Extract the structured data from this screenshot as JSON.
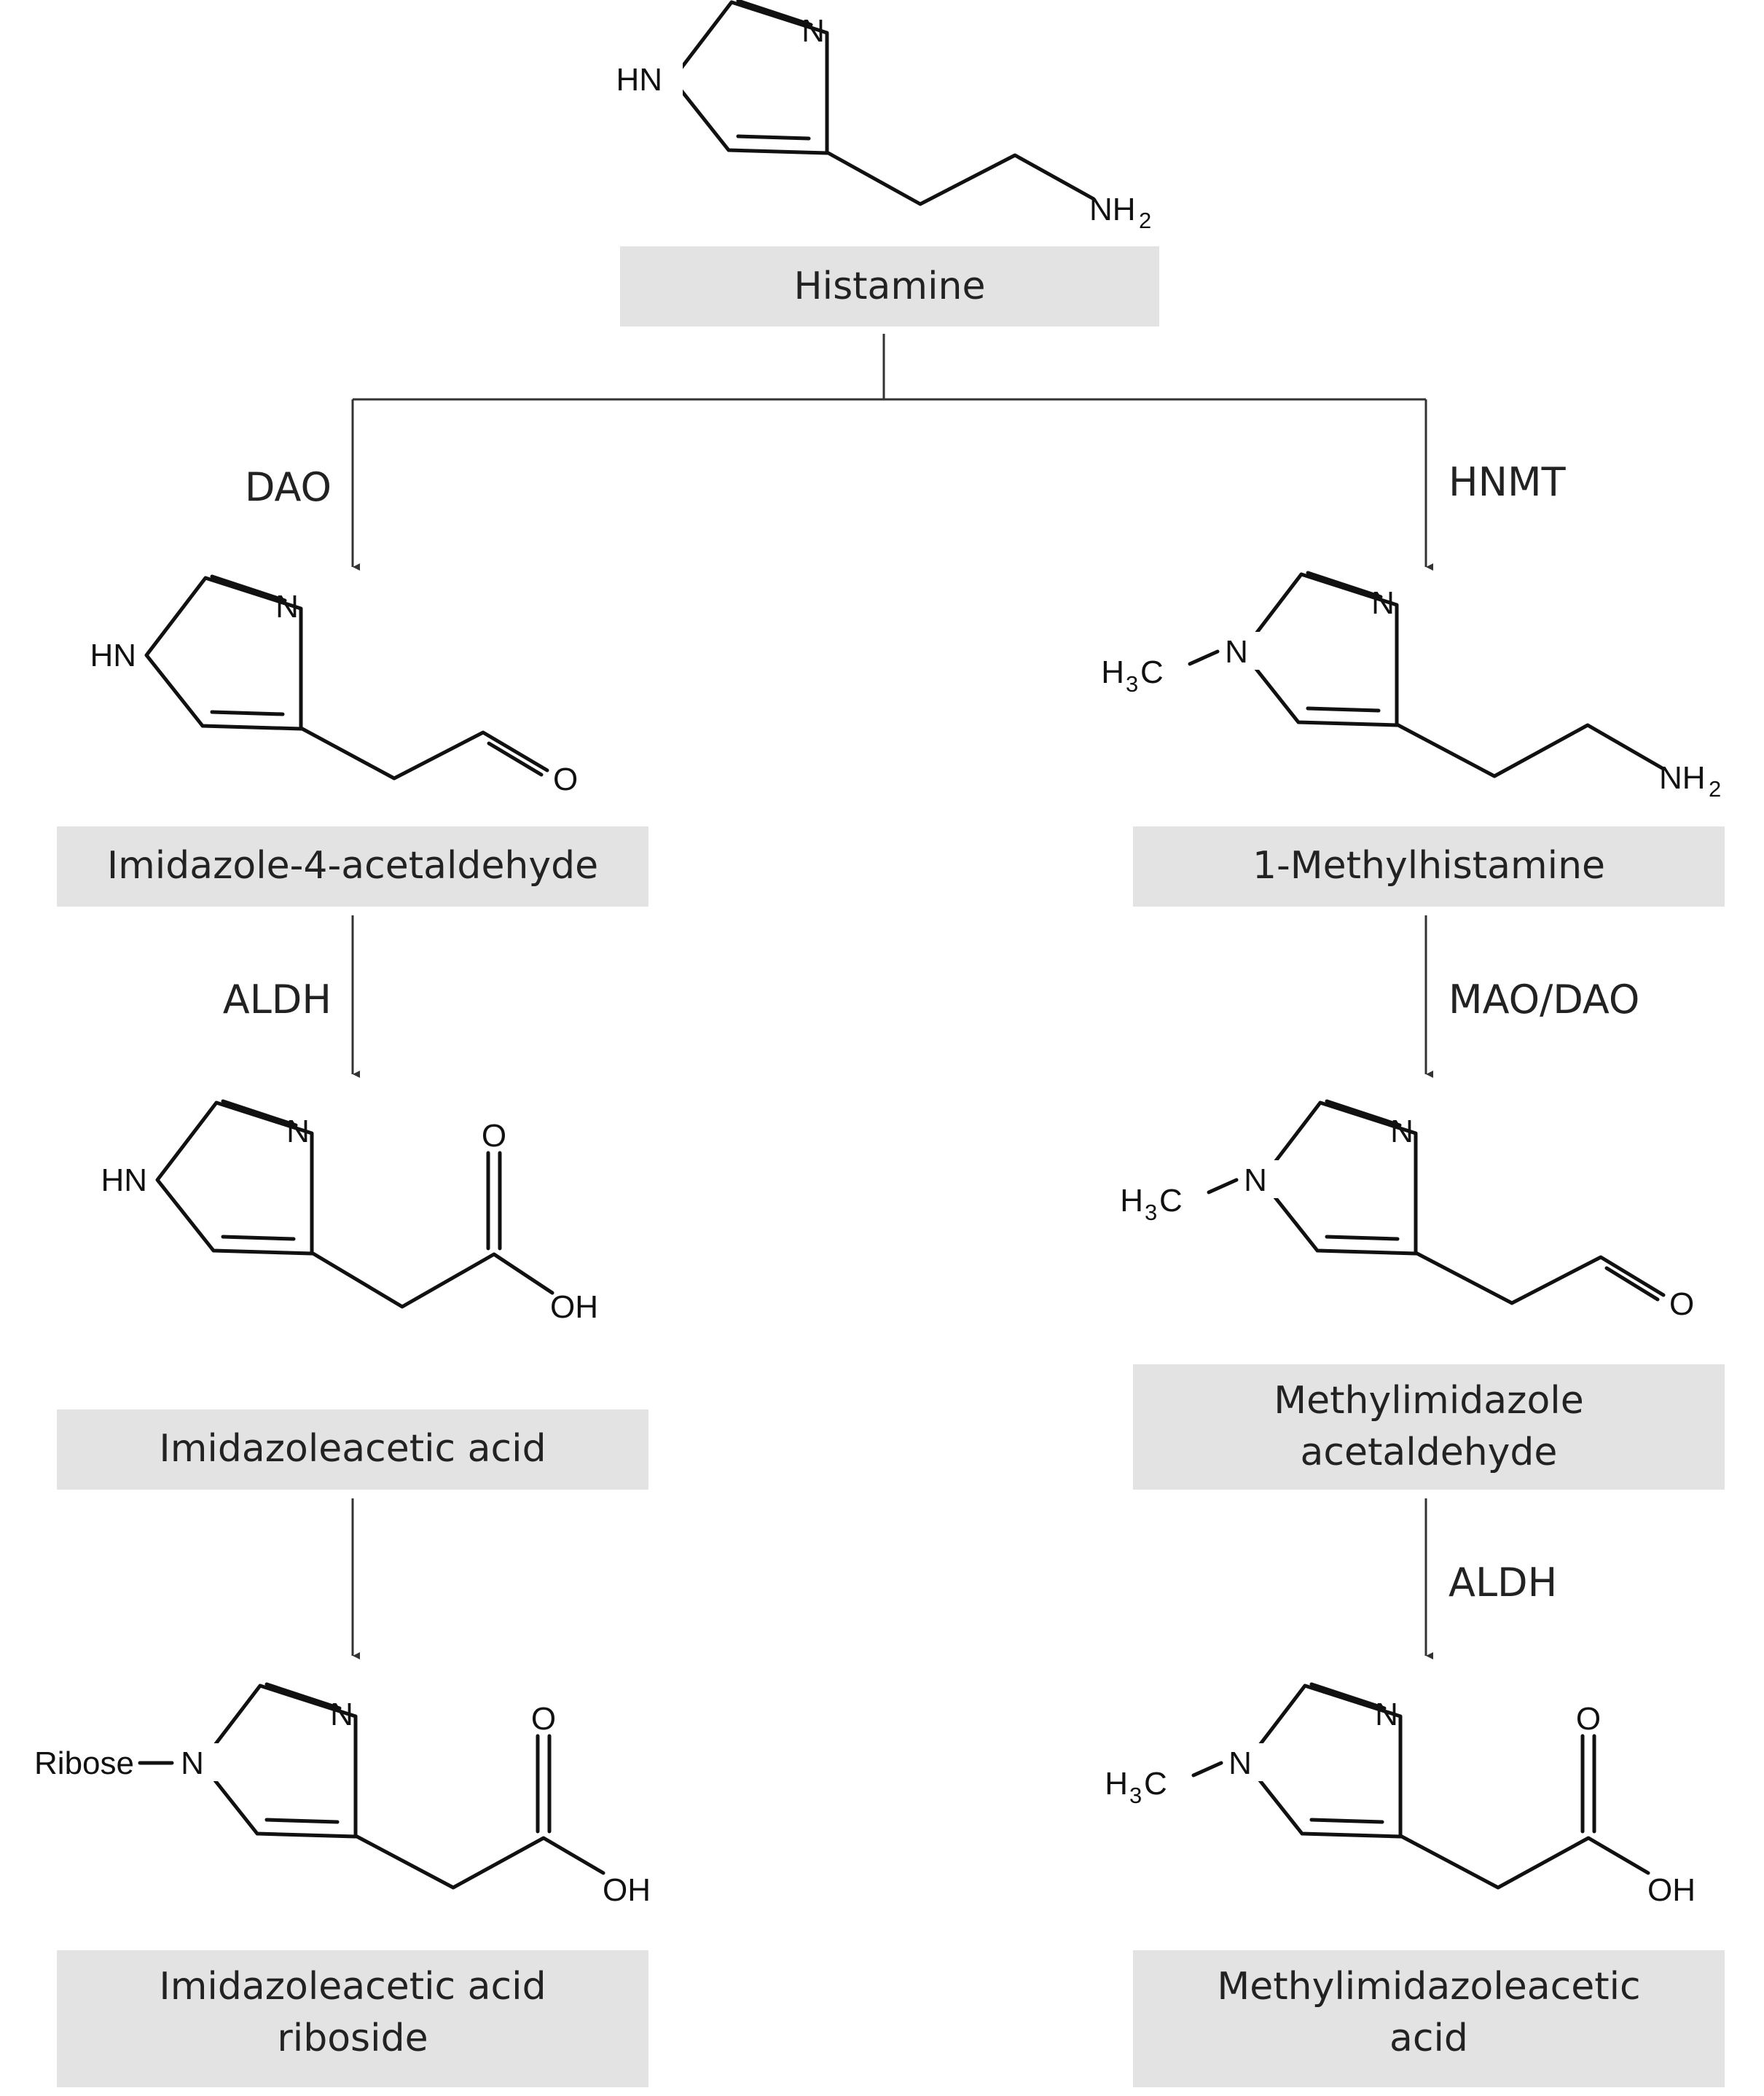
{
  "compounds": {
    "histamine": {
      "name_lines": [
        "Histamine"
      ],
      "atoms": {
        "n_ring": "N",
        "nh_ring": "HN",
        "amine": "NH",
        "amine_sub": "2"
      }
    },
    "imidazole_4_acetaldehyde": {
      "name_lines": [
        "Imidazole-4-acetaldehyde"
      ],
      "atoms": {
        "n_ring": "N",
        "nh_ring": "HN",
        "carbonyl_o": "O"
      }
    },
    "imidazoleacetic_acid": {
      "name_lines": [
        "Imidazoleacetic acid"
      ],
      "atoms": {
        "n_ring": "N",
        "nh_ring": "HN",
        "carbonyl_o": "O",
        "hydroxyl": "OH"
      }
    },
    "imidazoleacetic_acid_riboside": {
      "name_lines": [
        "Imidazoleacetic acid",
        "riboside"
      ],
      "atoms": {
        "n_ring": "N",
        "n_sub": "N",
        "substituent": "Ribose",
        "carbonyl_o": "O",
        "hydroxyl": "OH"
      }
    },
    "methylhistamine": {
      "name_lines": [
        "1-Methylhistamine"
      ],
      "atoms": {
        "n_ring": "N",
        "n_sub": "N",
        "methyl_h": "H",
        "methyl_sub": "3",
        "methyl_c": "C",
        "amine": "NH",
        "amine_sub": "2"
      }
    },
    "methylimidazole_acetaldehyde": {
      "name_lines": [
        "Methylimidazole",
        "acetaldehyde"
      ],
      "atoms": {
        "n_ring": "N",
        "n_sub": "N",
        "methyl_h": "H",
        "methyl_sub": "3",
        "methyl_c": "C",
        "carbonyl_o": "O"
      }
    },
    "methylimidazoleacetic_acid": {
      "name_lines": [
        "Methylimidazoleacetic",
        "acid"
      ],
      "atoms": {
        "n_ring": "N",
        "n_sub": "N",
        "methyl_h": "H",
        "methyl_sub": "3",
        "methyl_c": "C",
        "carbonyl_o": "O",
        "hydroxyl": "OH"
      }
    }
  },
  "enzymes": {
    "dao": "DAO",
    "hnmt": "HNMT",
    "aldh_left": "ALDH",
    "mao_dao": "MAO/DAO",
    "aldh_right": "ALDH"
  },
  "colors": {
    "box_fill": "#e3e3e3",
    "text": "#222222",
    "line": "#333333"
  }
}
